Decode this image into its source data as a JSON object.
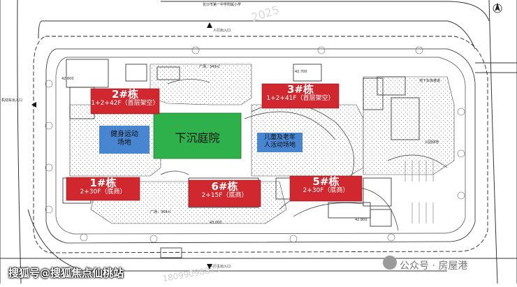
{
  "top_label": "长沙市第一中学附属小学",
  "buildings": {
    "b1": {
      "name": "1#栋",
      "floors": "2+30F（底商）"
    },
    "b2": {
      "name": "2#栋",
      "floors": "1+2+42F（首层架空）"
    },
    "b3": {
      "name": "3#栋",
      "floors": "1+2+41F（首层架空）"
    },
    "b5": {
      "name": "5#栋",
      "floors": "2+30F（底商）"
    },
    "b6": {
      "name": "6#栋",
      "floors": "2+15F（底商）"
    }
  },
  "zones": {
    "garden": "下沉庭院",
    "fitness": "健身运动\n场地",
    "kids": "儿童及老年\n人活动场地"
  },
  "colors": {
    "building": "#d0282e",
    "garden": "#2eb04a",
    "fitness": "#3f7fcf",
    "kids": "#3f7fcf"
  },
  "small_text": {
    "square_top": "广场：349㎡",
    "square_bottom": "广场：368㎡",
    "road_top": "人行出入口",
    "road_bottom": "人行主出入口",
    "right_1": "地下车库坡道",
    "right_2": "公园绿地",
    "left_1": "机动车出入口",
    "num_1": "42.600",
    "num_2": "42.700",
    "num_3": "43.000",
    "num_4": "42.800"
  },
  "watermarks": {
    "left": "搜狐号@搜狐焦点仙桃站",
    "right_brand": "公众号 · 房屋港",
    "diagonal": "18099098871"
  }
}
